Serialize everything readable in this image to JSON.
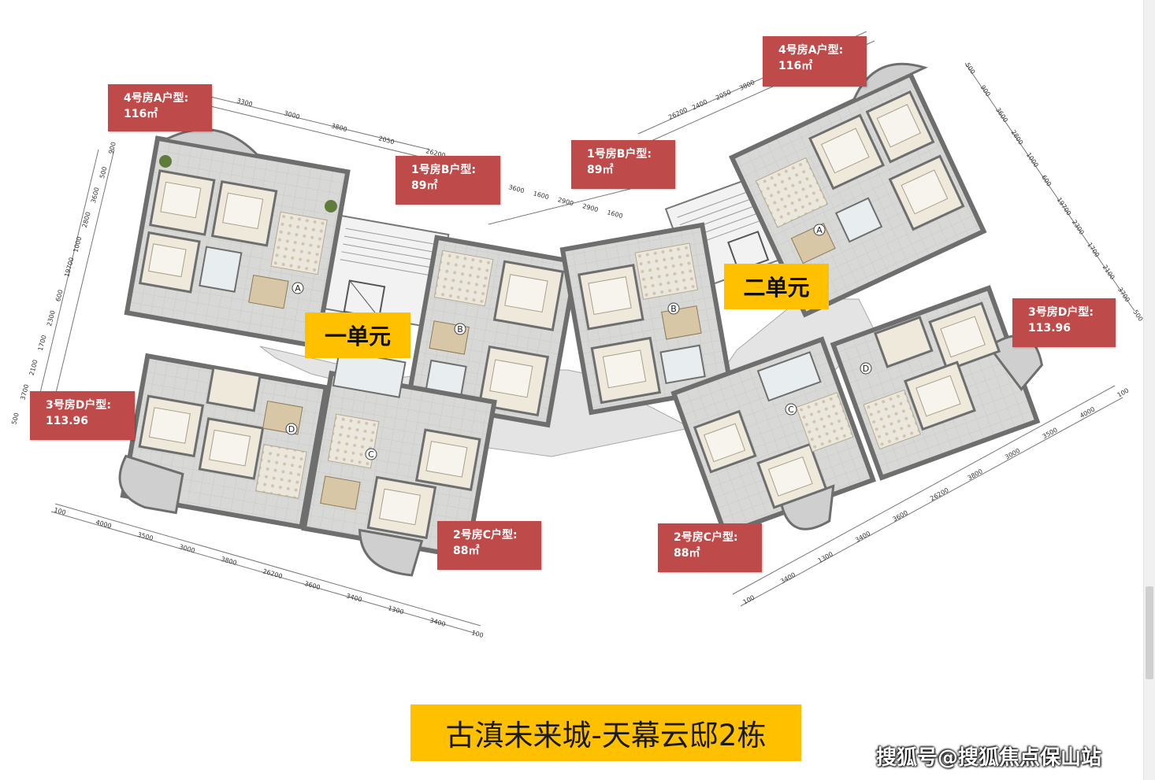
{
  "labels": {
    "a_left": {
      "line1": "4号房A户型:",
      "line2": "116㎡"
    },
    "a_right": {
      "line1": "4号房A户型:",
      "line2": "116㎡"
    },
    "b_left": {
      "line1": "1号房B户型:",
      "line2": "89㎡"
    },
    "b_right": {
      "line1": "1号房B户型:",
      "line2": "89㎡"
    },
    "d_left": {
      "line1": "3号房D户型:",
      "line2": "113.96"
    },
    "d_right": {
      "line1": "3号房D户型:",
      "line2": "113.96"
    },
    "c_left": {
      "line1": "2号房C户型:",
      "line2": "88㎡"
    },
    "c_right": {
      "line1": "2号房C户型:",
      "line2": "88㎡"
    }
  },
  "units": {
    "unit1": "一单元",
    "unit2": "二单元"
  },
  "room_letters": {
    "a": "A",
    "b": "B",
    "c": "C",
    "d": "D"
  },
  "dims": {
    "top_left": [
      "3300",
      "3000",
      "3800",
      "2050",
      "26200"
    ],
    "top_mid": [
      "3600",
      "1600",
      "2900",
      "2900",
      "1600"
    ],
    "top_right": [
      "26200",
      "2400",
      "2050",
      "3800"
    ],
    "bottom_left": [
      "100",
      "4000",
      "3500",
      "3000",
      "3800",
      "26200",
      "3600",
      "3400",
      "1300",
      "3400",
      "100"
    ],
    "bottom_right": [
      "100",
      "3400",
      "1300",
      "3400",
      "3600",
      "26200",
      "3800",
      "3000",
      "3500",
      "4000",
      "100"
    ],
    "left_side": [
      "900",
      "500",
      "3600",
      "2800",
      "1000",
      "19700",
      "600",
      "2300",
      "1700",
      "2100",
      "3700",
      "500"
    ],
    "right_side": [
      "500",
      "900",
      "3600",
      "2800",
      "1000",
      "600",
      "19700",
      "2300",
      "1700",
      "2100",
      "3700",
      "500"
    ]
  },
  "title": "古滇未来城-天幕云邸2栋",
  "watermark": "搜狐号@搜狐焦点保山站",
  "colors": {
    "label_bg": "#bf4a4a",
    "unit_bg": "#ffc000",
    "floor": "#d9d9d9",
    "wall": "#6e6e6e",
    "corridor": "#e8e8e8"
  }
}
